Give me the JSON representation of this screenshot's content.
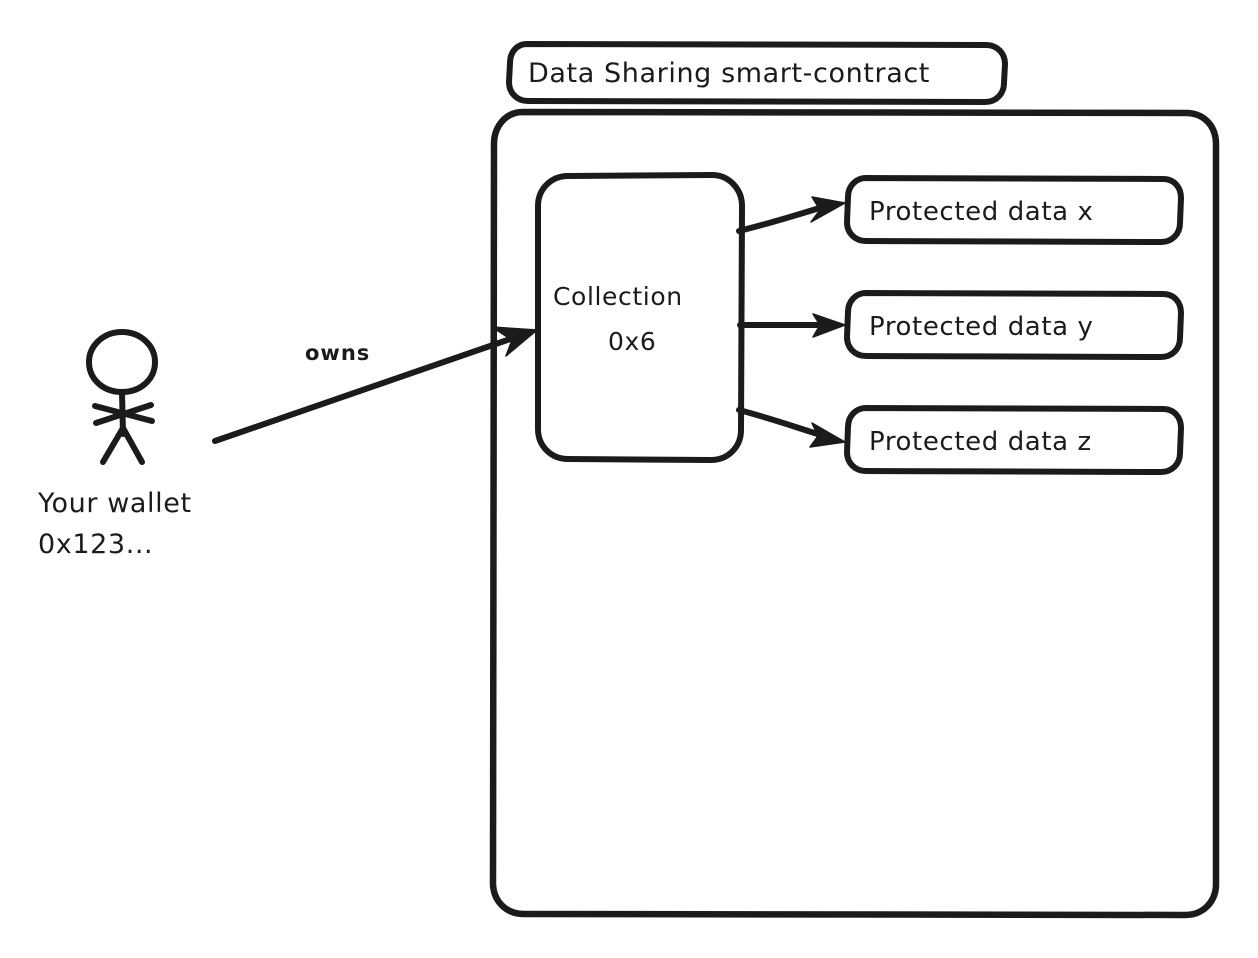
{
  "diagram": {
    "type": "flow-diagram",
    "style": "hand-drawn-excalidraw",
    "background_color": "#ffffff",
    "stroke_color": "#1b1b1b",
    "title_box": {
      "label": "Data Sharing smart-contract"
    },
    "container": {
      "name": "smart-contract-container",
      "label": ""
    },
    "collection": {
      "line1": "Collection",
      "line2": "0x6"
    },
    "protected_data": [
      {
        "label": "Protected data x"
      },
      {
        "label": "Protected data y"
      },
      {
        "label": "Protected data z"
      }
    ],
    "actor": {
      "name": "stick-figure",
      "line1": "Your wallet",
      "line2": "0x123..."
    },
    "edges": [
      {
        "from": "wallet",
        "to": "collection",
        "label": "owns"
      },
      {
        "from": "collection",
        "to": "protected-data-x",
        "label": ""
      },
      {
        "from": "collection",
        "to": "protected-data-y",
        "label": ""
      },
      {
        "from": "collection",
        "to": "protected-data-z",
        "label": ""
      }
    ]
  }
}
